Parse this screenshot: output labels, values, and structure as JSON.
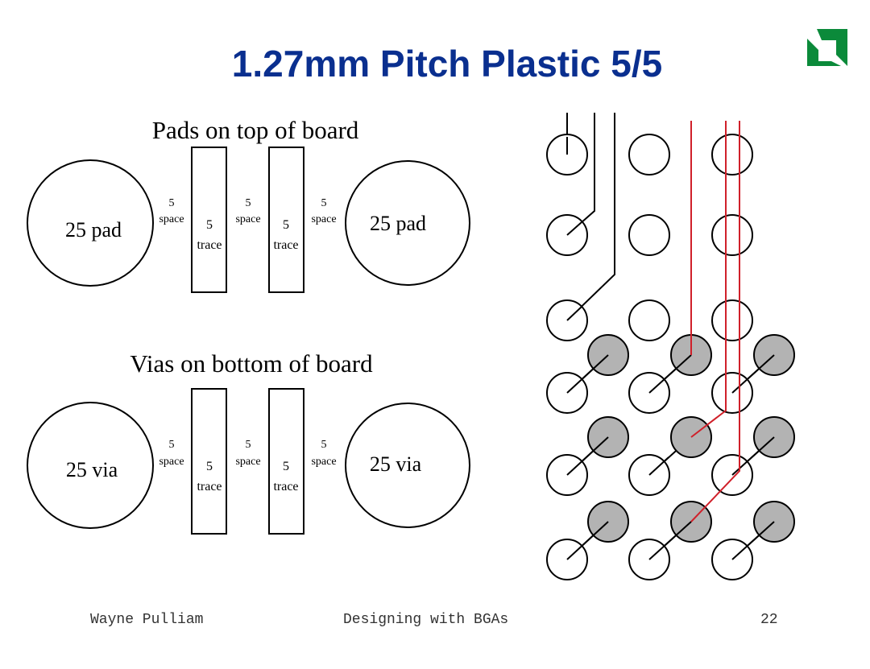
{
  "slide": {
    "title": "1.27mm Pitch Plastic 5/5",
    "footer_author": "Wayne Pulliam",
    "footer_center": "Designing with BGAs",
    "footer_page": "22",
    "logo_icon": "amd-logo-icon",
    "logo_color": "#0b8a3a"
  },
  "top_diagram": {
    "heading": "Pads on top of board",
    "left_circle": "25 pad",
    "right_circle": "25 pad",
    "space_num": "5",
    "space_word": "space",
    "trace_num": "5",
    "trace_word": "trace"
  },
  "bottom_diagram": {
    "heading": "Vias on bottom of board",
    "left_circle": "25 via",
    "right_circle": "25 via",
    "space_num": "5",
    "space_word": "space",
    "trace_num": "5",
    "trace_word": "trace"
  },
  "routing": {
    "pad_fill": "#ffffff",
    "via_fill": "#b3b3b3",
    "trace_color": "#000000",
    "highlight_trace_color": "#d0202a"
  }
}
